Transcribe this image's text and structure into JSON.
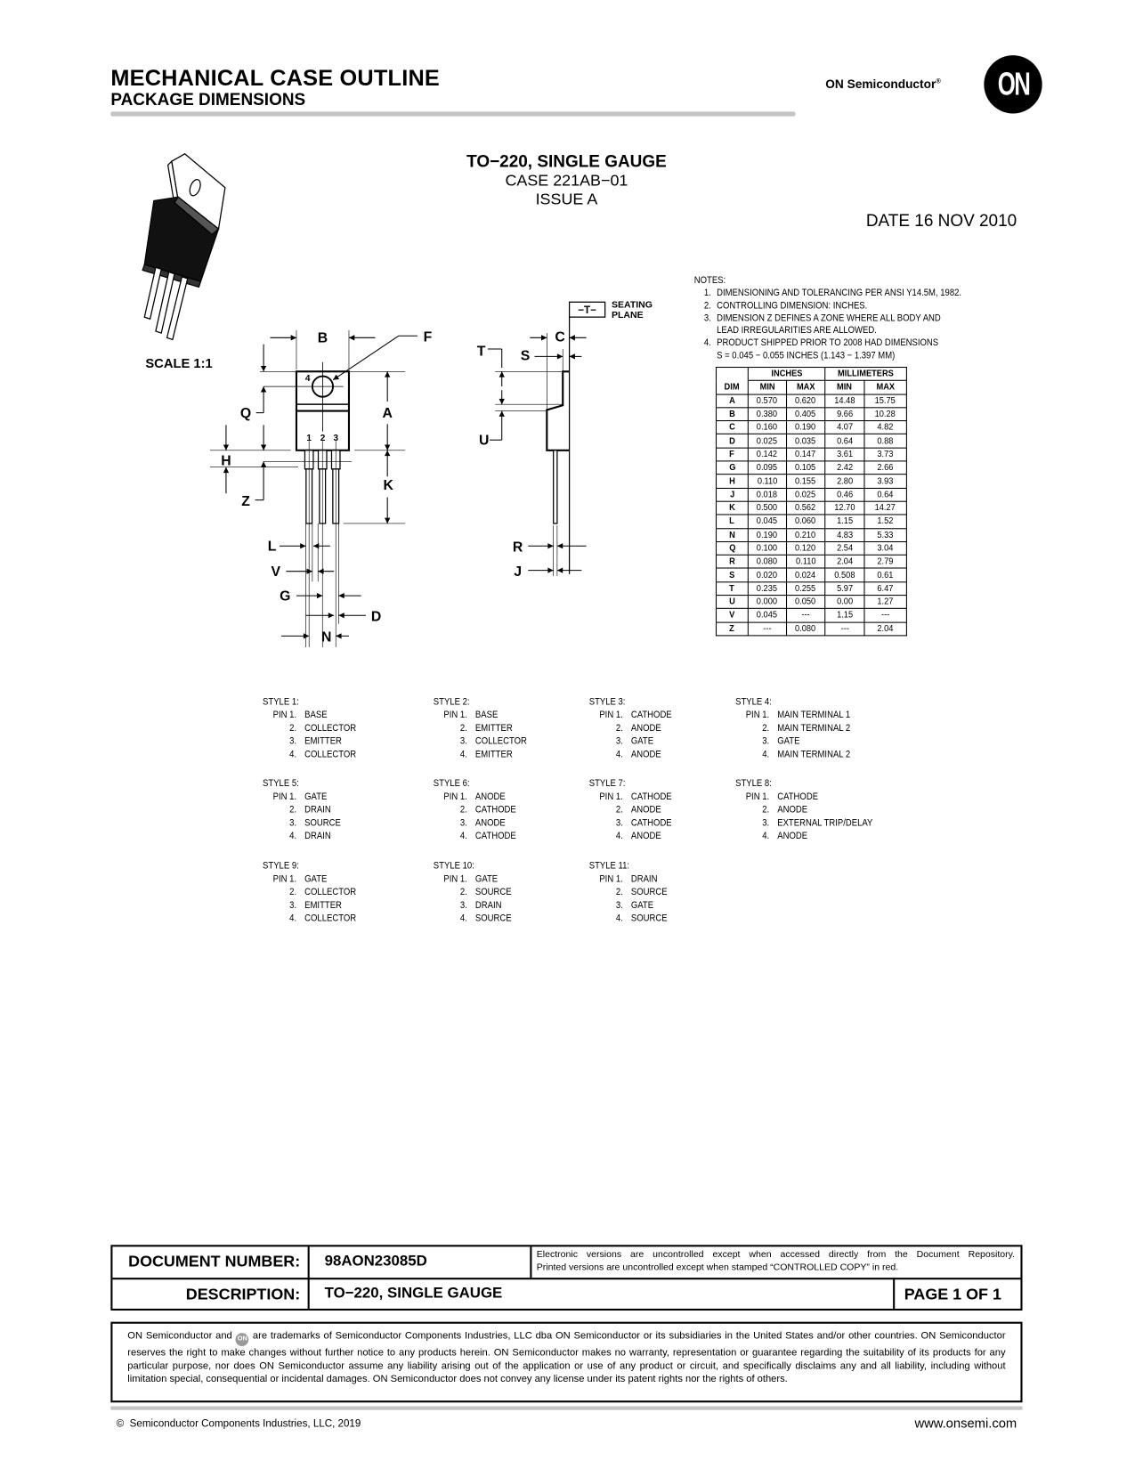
{
  "header": {
    "title": "MECHANICAL CASE OUTLINE",
    "subtitle": "PACKAGE DIMENSIONS",
    "brand": "ON Semiconductor",
    "brand_mark": "®",
    "logo_text": "ON"
  },
  "package": {
    "name": "TO−220, SINGLE GAUGE",
    "case": "CASE 221AB−01",
    "issue": "ISSUE A",
    "date": "DATE 16 NOV 2010"
  },
  "scale": "SCALE 1:1",
  "drawing": {
    "labels": {
      "A": "A",
      "B": "B",
      "C": "C",
      "D": "D",
      "F": "F",
      "G": "G",
      "H": "H",
      "J": "J",
      "K": "K",
      "L": "L",
      "N": "N",
      "Q": "Q",
      "R": "R",
      "S": "S",
      "T": "T",
      "U": "U",
      "V": "V",
      "Z": "Z"
    },
    "pins": [
      "1",
      "2",
      "3",
      "4"
    ],
    "datum": "−T−",
    "seating_1": "SEATING",
    "seating_2": "PLANE"
  },
  "notes": {
    "heading": "NOTES:",
    "items": [
      {
        "num": "1.",
        "lines": [
          "DIMENSIONING AND TOLERANCING PER ANSI Y14.5M, 1982."
        ]
      },
      {
        "num": "2.",
        "lines": [
          "CONTROLLING DIMENSION: INCHES."
        ]
      },
      {
        "num": "3.",
        "lines": [
          "DIMENSION Z DEFINES A ZONE WHERE ALL BODY AND",
          "LEAD IRREGULARITIES ARE ALLOWED."
        ]
      },
      {
        "num": "4.",
        "lines": [
          "PRODUCT SHIPPED PRIOR TO 2008 HAD DIMENSIONS",
          "S = 0.045 − 0.055 INCHES (1.143 − 1.397 MM)"
        ]
      }
    ]
  },
  "dim_table": {
    "group_headers": [
      "INCHES",
      "MILLIMETERS"
    ],
    "columns": [
      "DIM",
      "MIN",
      "MAX",
      "MIN",
      "MAX"
    ],
    "rows": [
      [
        "A",
        "0.570",
        "0.620",
        "14.48",
        "15.75"
      ],
      [
        "B",
        "0.380",
        "0.405",
        "9.66",
        "10.28"
      ],
      [
        "C",
        "0.160",
        "0.190",
        "4.07",
        "4.82"
      ],
      [
        "D",
        "0.025",
        "0.035",
        "0.64",
        "0.88"
      ],
      [
        "F",
        "0.142",
        "0.147",
        "3.61",
        "3.73"
      ],
      [
        "G",
        "0.095",
        "0.105",
        "2.42",
        "2.66"
      ],
      [
        "H",
        "0.110",
        "0.155",
        "2.80",
        "3.93"
      ],
      [
        "J",
        "0.018",
        "0.025",
        "0.46",
        "0.64"
      ],
      [
        "K",
        "0.500",
        "0.562",
        "12.70",
        "14.27"
      ],
      [
        "L",
        "0.045",
        "0.060",
        "1.15",
        "1.52"
      ],
      [
        "N",
        "0.190",
        "0.210",
        "4.83",
        "5.33"
      ],
      [
        "Q",
        "0.100",
        "0.120",
        "2.54",
        "3.04"
      ],
      [
        "R",
        "0.080",
        "0.110",
        "2.04",
        "2.79"
      ],
      [
        "S",
        "0.020",
        "0.024",
        "0.508",
        "0.61"
      ],
      [
        "T",
        "0.235",
        "0.255",
        "5.97",
        "6.47"
      ],
      [
        "U",
        "0.000",
        "0.050",
        "0.00",
        "1.27"
      ],
      [
        "V",
        "0.045",
        "---",
        "1.15",
        "---"
      ],
      [
        "Z",
        "---",
        "0.080",
        "---",
        "2.04"
      ]
    ]
  },
  "styles": [
    {
      "title": "STYLE 1:",
      "pins": [
        [
          "PIN 1.",
          "BASE"
        ],
        [
          "2.",
          "COLLECTOR"
        ],
        [
          "3.",
          "EMITTER"
        ],
        [
          "4.",
          "COLLECTOR"
        ]
      ]
    },
    {
      "title": "STYLE 2:",
      "pins": [
        [
          "PIN 1.",
          "BASE"
        ],
        [
          "2.",
          "EMITTER"
        ],
        [
          "3.",
          "COLLECTOR"
        ],
        [
          "4.",
          "EMITTER"
        ]
      ]
    },
    {
      "title": "STYLE 3:",
      "pins": [
        [
          "PIN 1.",
          "CATHODE"
        ],
        [
          "2.",
          "ANODE"
        ],
        [
          "3.",
          "GATE"
        ],
        [
          "4.",
          "ANODE"
        ]
      ]
    },
    {
      "title": "STYLE 4:",
      "pins": [
        [
          "PIN 1.",
          "MAIN TERMINAL 1"
        ],
        [
          "2.",
          "MAIN TERMINAL 2"
        ],
        [
          "3.",
          "GATE"
        ],
        [
          "4.",
          "MAIN TERMINAL 2"
        ]
      ]
    },
    {
      "title": "STYLE 5:",
      "pins": [
        [
          "PIN 1.",
          "GATE"
        ],
        [
          "2.",
          "DRAIN"
        ],
        [
          "3.",
          "SOURCE"
        ],
        [
          "4.",
          "DRAIN"
        ]
      ]
    },
    {
      "title": "STYLE 6:",
      "pins": [
        [
          "PIN 1.",
          "ANODE"
        ],
        [
          "2.",
          "CATHODE"
        ],
        [
          "3.",
          "ANODE"
        ],
        [
          "4.",
          "CATHODE"
        ]
      ]
    },
    {
      "title": "STYLE 7:",
      "pins": [
        [
          "PIN 1.",
          "CATHODE"
        ],
        [
          "2.",
          "ANODE"
        ],
        [
          "3.",
          "CATHODE"
        ],
        [
          "4.",
          "ANODE"
        ]
      ]
    },
    {
      "title": "STYLE 8:",
      "pins": [
        [
          "PIN 1.",
          "CATHODE"
        ],
        [
          "2.",
          "ANODE"
        ],
        [
          "3.",
          "EXTERNAL TRIP/DELAY"
        ],
        [
          "4.",
          "ANODE"
        ]
      ]
    },
    {
      "title": "STYLE 9:",
      "pins": [
        [
          "PIN 1.",
          "GATE"
        ],
        [
          "2.",
          "COLLECTOR"
        ],
        [
          "3.",
          "EMITTER"
        ],
        [
          "4.",
          "COLLECTOR"
        ]
      ]
    },
    {
      "title": "STYLE 10:",
      "pins": [
        [
          "PIN 1.",
          "GATE"
        ],
        [
          "2.",
          "SOURCE"
        ],
        [
          "3.",
          "DRAIN"
        ],
        [
          "4.",
          "SOURCE"
        ]
      ]
    },
    {
      "title": "STYLE 11:",
      "pins": [
        [
          "PIN 1.",
          "DRAIN"
        ],
        [
          "2.",
          "SOURCE"
        ],
        [
          "3.",
          "GATE"
        ],
        [
          "4.",
          "SOURCE"
        ]
      ]
    }
  ],
  "footer": {
    "doc_number_label": "DOCUMENT NUMBER:",
    "doc_number": "98AON23085D",
    "repository_note_1": "Electronic versions are uncontrolled except when accessed directly from the Document Repository.",
    "repository_note_2": "Printed  versions are uncontrolled  except when stamped  “CONTROLLED COPY” in red.",
    "description_label": "DESCRIPTION:",
    "description": "TO−220, SINGLE GAUGE",
    "page": "PAGE 1 OF 1",
    "legal_prefix": "ON Semiconductor and",
    "legal_logo": "ON",
    "legal_text": "are trademarks of Semiconductor Components Industries, LLC dba ON Semiconductor or its subsidiaries in the United States and/or other countries. ON Semiconductor reserves the right to make changes without further notice to any products herein. ON Semiconductor makes no warranty, representation or guarantee regarding the suitability of its products for any particular purpose, nor does ON Semiconductor assume any liability arising out of the application or use of any product or circuit, and specifically disclaims any and all liability, including without limitation special, consequential or incidental damages. ON Semiconductor does not convey any license under its patent rights nor the rights of others.",
    "copyright_symbol": "©",
    "copyright": "Semiconductor Components Industries, LLC, 2019",
    "website": "www.onsemi.com"
  }
}
